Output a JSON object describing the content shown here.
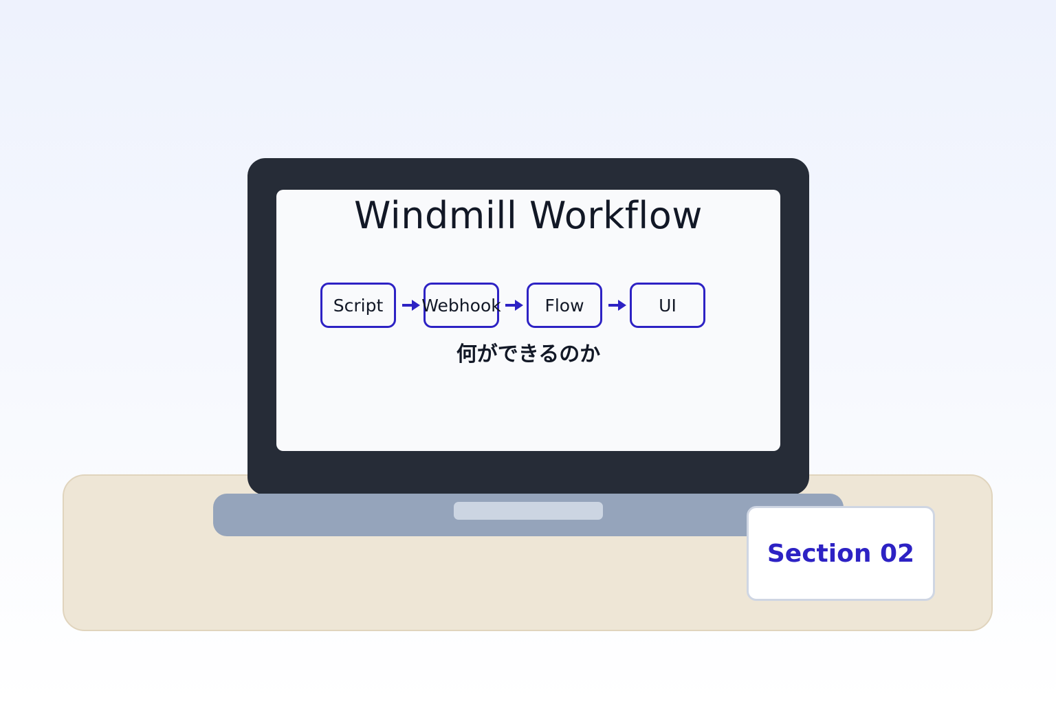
{
  "screen": {
    "title": "Windmill Workflow",
    "subtitle": "何ができるのか",
    "nodes": [
      {
        "label": "Script"
      },
      {
        "label": "Webhook"
      },
      {
        "label": "Flow"
      },
      {
        "label": "UI"
      }
    ]
  },
  "badge": {
    "label": "Section 02"
  },
  "colors": {
    "accent": "#2d22c4",
    "lid": "#262c37",
    "screen": "#f9fafc",
    "base": "#95a4bb",
    "touchpad": "#ccd5e2",
    "desk": "#eee6d6",
    "text": "#121826"
  }
}
